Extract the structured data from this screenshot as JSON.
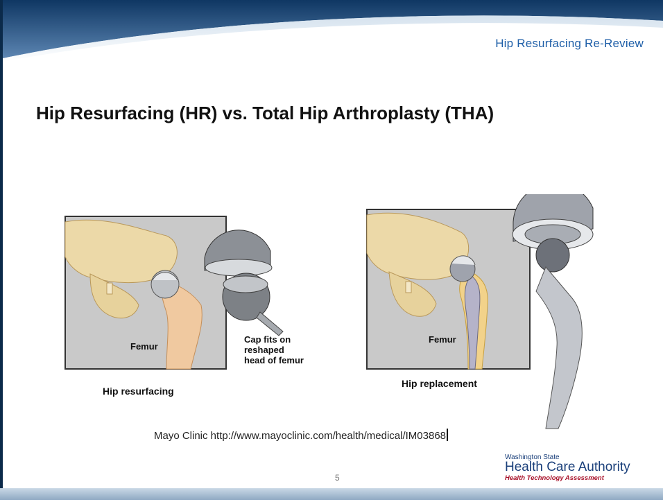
{
  "header": {
    "tag": "Hip Resurfacing Re-Review"
  },
  "title": "Hip Resurfacing (HR) vs. Total Hip Arthroplasty (THA)",
  "figures": {
    "left": {
      "bone_label": "Femur",
      "callout_line1": "Cap fits on",
      "callout_line2": "reshaped",
      "callout_line3": "head of femur",
      "caption": "Hip resurfacing"
    },
    "right": {
      "bone_label": "Femur",
      "caption": "Hip replacement"
    }
  },
  "source": "Mayo Clinic http://www.mayoclinic.com/health/medical/IM03868",
  "page_number": "5",
  "logo": {
    "line1": "Washington State",
    "line2": "Health Care Authority",
    "line3": "Health Technology Assessment"
  },
  "colors": {
    "accent": "#1f5fa8",
    "frame": "#0b2a4a",
    "logo_red": "#a8122a"
  }
}
